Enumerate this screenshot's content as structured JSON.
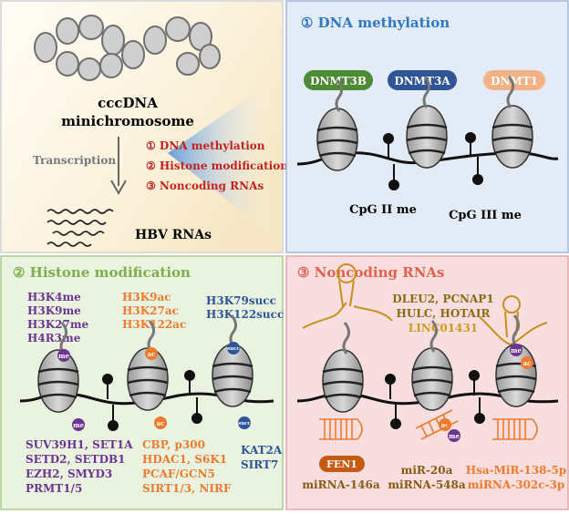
{
  "colors": {
    "panel1_bg": "#f5f1e6",
    "panel2_bg": "#e3ecf6",
    "panel3_bg": "#e9f3df",
    "panel4_bg": "#f8dede",
    "red": "#c3221f",
    "blue_title": "#2f78c4",
    "green_title": "#7fae4b",
    "red_title": "#e0624f",
    "purple": "#6c3592",
    "orange": "#ee7b2d",
    "navy": "#2d5597",
    "brown": "#8a5a13",
    "olive_text": "#8a6a15",
    "gold_strand": "#d19a1c",
    "dnmt3b": "#4d8a34",
    "dnmt3a": "#2f5597",
    "dnmt1": "#f4b183"
  },
  "panel1": {
    "title_line1": "cccDNA",
    "title_line2": "minichromosome",
    "transcription": "Transcription",
    "list": [
      "① DNA methylation",
      "② Histone modification",
      "③ Noncoding RNAs"
    ],
    "hbv": "HBV RNAs"
  },
  "panel2": {
    "title": "① DNA methylation",
    "badges": [
      "DNMT3B",
      "DNMT3A",
      "DNMT1"
    ],
    "label1": "CpG II me",
    "label2": "CpG III me"
  },
  "panel3": {
    "title": "② Histone modification",
    "marks_me": [
      "H3K4me",
      "H3K9me",
      "H3K27me",
      "H4R3me"
    ],
    "marks_ac": [
      "H3K9ac",
      "H3K27ac",
      "H3K122ac"
    ],
    "marks_succ": [
      "H3K79succ",
      "H3K122succ"
    ],
    "enz_me": [
      "SUV39H1, SET1A",
      "SETD2, SETDB1",
      "EZH2, SMYD3",
      "PRMT1/5"
    ],
    "enz_ac": [
      "CBP, p300",
      "HDAC1, S6K1",
      "PCAF/GCN5",
      "SIRT1/3, NIRF"
    ],
    "enz_succ": [
      "KAT2A",
      "SIRT7"
    ],
    "dot_me": "me",
    "dot_ac": "ac",
    "dot_succ": "succ"
  },
  "panel4": {
    "title": "③ Noncoding RNAs",
    "lnc": [
      "DLEU2, PCNAP1",
      "HULC, HOTAIR"
    ],
    "lnc_highlight": "LINC01431",
    "fen1": "FEN1",
    "mirna1": "miRNA-146a",
    "mirna2": [
      "miR-20a",
      "miRNA-548a"
    ],
    "mirna3": [
      "Hsa-MiR-138-5p",
      "miRNA-302c-3p"
    ],
    "dot_me": "me",
    "dot_ac": "ac"
  }
}
